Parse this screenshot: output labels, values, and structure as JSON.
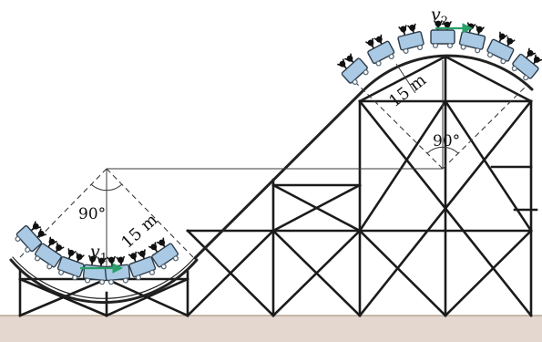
{
  "colors": {
    "ground": "#e3d7cf",
    "ground_line": "#b9a596",
    "structure": "#1b1b1b",
    "track": "#222222",
    "dash": "#3a3a3a",
    "car_fill": "#a9c9e4",
    "car_stroke": "#2d3b48",
    "wheel": "#5a6a78",
    "rider": "#111111",
    "velocity_arrow": "#2aa06a"
  },
  "labels": {
    "v1_symbol": "v",
    "v1_subscript": "1",
    "v2_symbol": "v",
    "v2_subscript": "2",
    "radius_left": "15 m",
    "radius_right": "15 m",
    "angle_left": "90°",
    "angle_right": "90°"
  },
  "icons": {
    "rider": "rider-hands-up-icon",
    "car": "coaster-car-icon",
    "velocity": "velocity-arrow-icon"
  }
}
